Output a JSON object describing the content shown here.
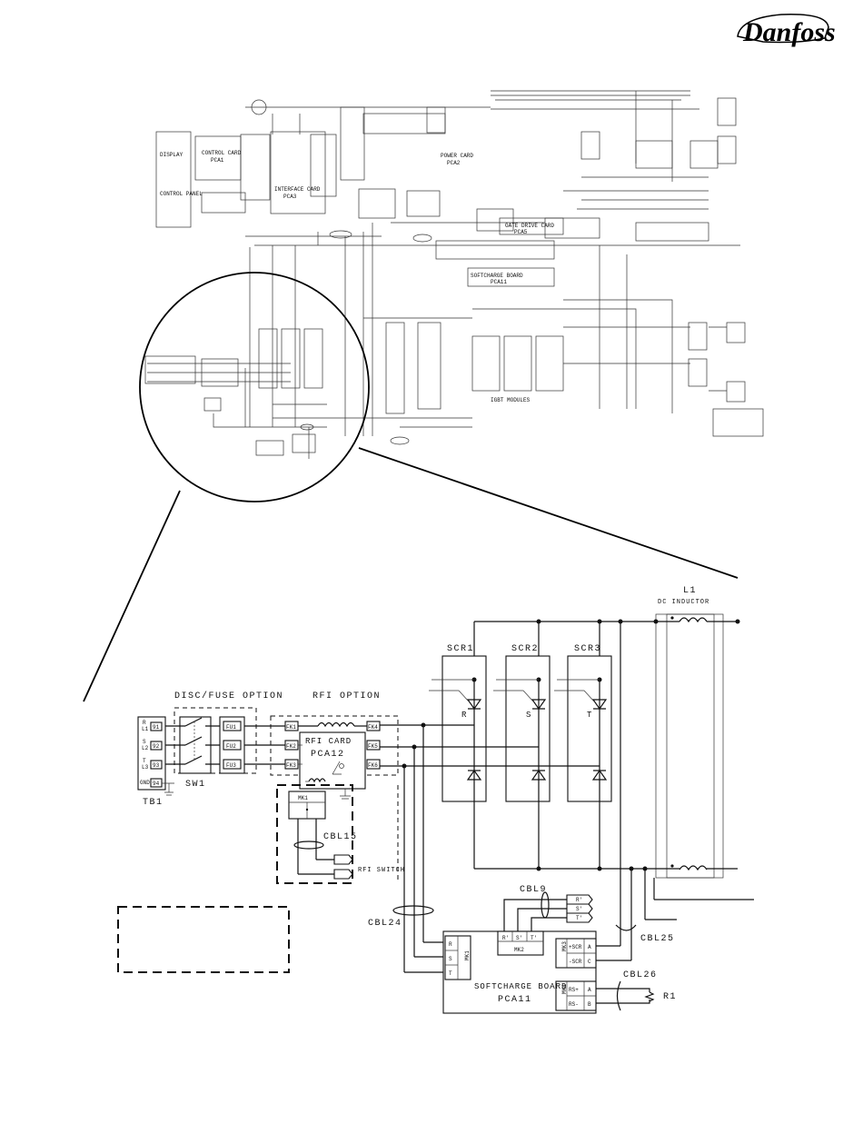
{
  "brand": {
    "logo_text": "Danfoss"
  },
  "overview": {
    "labels": [
      "DISPLAY",
      "CONTROL CARD",
      "PCA1",
      "CONTROL PANEL",
      "INTERFACE CARD",
      "PCA3",
      "POWER CARD",
      "PCA2",
      "GATE DRIVE CARD",
      "PCA5",
      "SOFTCHARGE BOARD",
      "PCA11",
      "IGBT MODULES"
    ]
  },
  "detail": {
    "groups": {
      "disc_fuse_option": "DISC/FUSE OPTION",
      "rfi_option": "RFI OPTION",
      "rfi_switch": "RFI SWITCH"
    },
    "inductor": {
      "name": "L1",
      "desc": "DC INDUCTOR"
    },
    "scr": [
      "SCR1",
      "SCR2",
      "SCR3"
    ],
    "scr_phase": [
      "R",
      "S",
      "T"
    ],
    "terminal_block": {
      "name": "TB1",
      "rows": [
        {
          "line1": "R",
          "line2": "L1",
          "pin": "91"
        },
        {
          "line1": "S",
          "line2": "L2",
          "pin": "92"
        },
        {
          "line1": "T",
          "line2": "L3",
          "pin": "93"
        },
        {
          "line1": "GND",
          "line2": "",
          "pin": "94"
        }
      ]
    },
    "switch": {
      "name": "SW1"
    },
    "fuses": [
      "FU1",
      "FU2",
      "FU3"
    ],
    "rfi_card": {
      "title": "RFI CARD",
      "name": "PCA12",
      "in_pins": [
        "FK1",
        "FK2",
        "FK3"
      ],
      "out_pins": [
        "FK4",
        "FK5",
        "FK6"
      ]
    },
    "mk1": {
      "name": "MK1"
    },
    "cables": {
      "cbl15": "CBL15",
      "cbl9": "CBL9",
      "cbl24": "CBL24",
      "cbl25": "CBL25",
      "cbl26": "CBL26"
    },
    "cbl9_pins": [
      "R'",
      "S'",
      "T'"
    ],
    "mk2": {
      "name": "MK2",
      "pins": [
        "R'",
        "S'",
        "T'"
      ]
    },
    "softcharge": {
      "title": "SOFTCHARGE BOARD",
      "name": "PCA11",
      "phase_pins": [
        "R",
        "S",
        "T"
      ],
      "mk_label": "MK1"
    },
    "mk3": {
      "name": "MK3",
      "pins": [
        "+SCR",
        "-SCR"
      ],
      "terms": [
        "A",
        "C"
      ]
    },
    "mk4": {
      "name": "MK4",
      "pins": [
        "RS+",
        "RS-"
      ],
      "terms": [
        "A",
        "B"
      ]
    },
    "resistor": {
      "name": "R1"
    }
  }
}
